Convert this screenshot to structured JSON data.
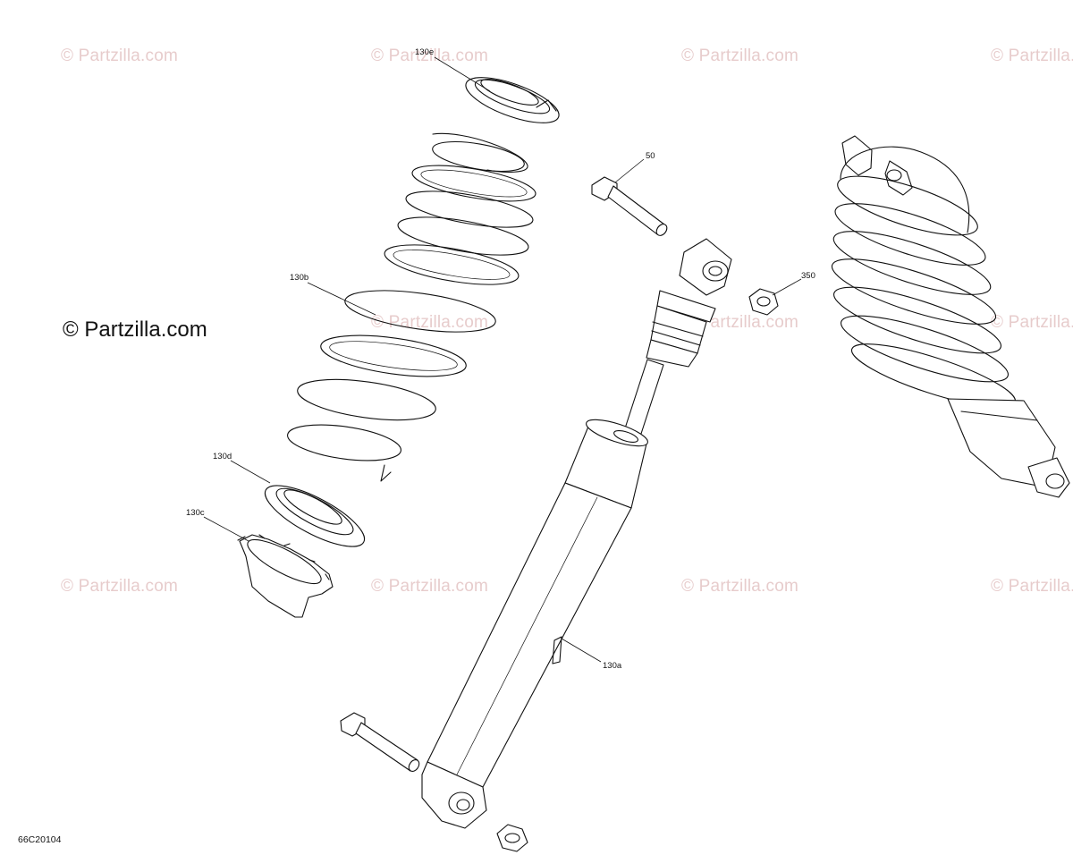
{
  "watermark": {
    "text": "© Partzilla.com",
    "color": "#e7cccc"
  },
  "brand_mark": "© Partzilla.com",
  "figure_number": "66C20104",
  "callouts": {
    "c130e": "130e",
    "c50": "50",
    "c130b": "130b",
    "c350": "350",
    "c130d": "130d",
    "c130c": "130c",
    "c130a": "130a"
  },
  "parts": [
    {
      "id": "130a",
      "name": "shock-absorber-body"
    },
    {
      "id": "130b",
      "name": "coil-spring"
    },
    {
      "id": "130c",
      "name": "spring-lower-seat"
    },
    {
      "id": "130d",
      "name": "spring-lower-washer"
    },
    {
      "id": "130e",
      "name": "spring-upper-retainer"
    },
    {
      "id": "50",
      "name": "mounting-bolt"
    },
    {
      "id": "350",
      "name": "lock-nut"
    }
  ]
}
